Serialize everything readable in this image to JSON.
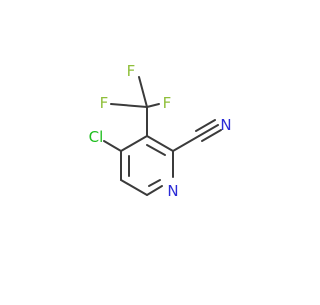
{
  "molecule": {
    "atom_labels": {
      "cl": "Cl",
      "n_ring": "N",
      "n_nitrile": "N",
      "f_top": "F",
      "f_left": "F",
      "f_right": "F"
    }
  },
  "colors": {
    "bond": "#3b3b3b",
    "chlorine": "#1fbe1f",
    "nitrogen": "#2b2bd6",
    "fluorine": "#8fbf3a",
    "background": "#ffffff"
  }
}
